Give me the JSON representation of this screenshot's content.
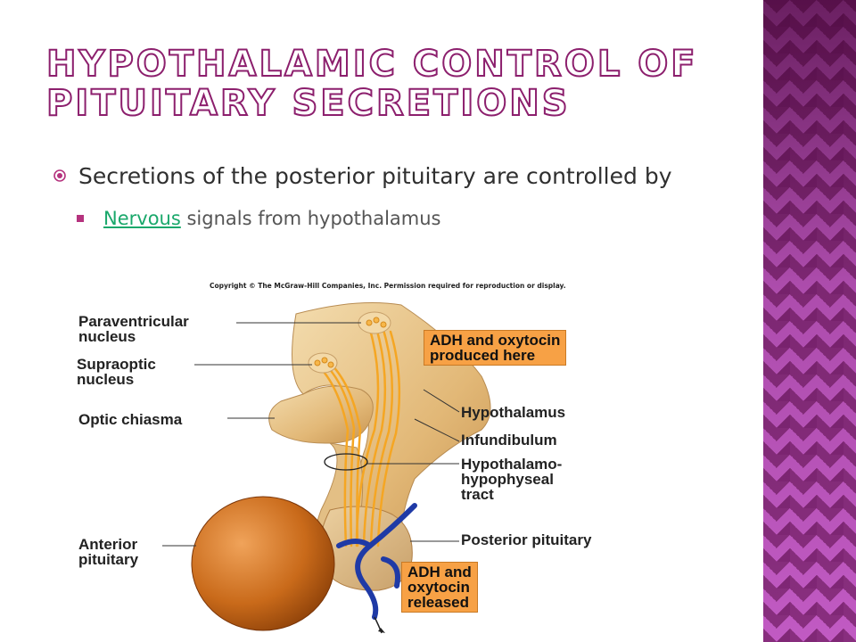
{
  "title": "Hypothalamic Control of Pituitary Secretions",
  "bullets": {
    "level1": "Secretions of the posterior pituitary are controlled by",
    "level2_link": "Nervous",
    "level2_rest": " signals from hypothalamus"
  },
  "figure": {
    "copyright": "Copyright © The McGraw-Hill Companies, Inc. Permission required for reproduction or display.",
    "labels": {
      "paraventricular_1": "Paraventricular",
      "paraventricular_2": "nucleus",
      "supraoptic_1": "Supraoptic",
      "supraoptic_2": "nucleus",
      "optic_chiasma": "Optic chiasma",
      "anterior_1": "Anterior",
      "anterior_2": "pituitary",
      "hypothalamus": "Hypothalamus",
      "infundibulum": "Infundibulum",
      "tract_1": "Hypothalamo-",
      "tract_2": "hypophyseal",
      "tract_3": "tract",
      "posterior": "Posterior pituitary"
    },
    "callouts": {
      "produced_1": "ADH and oxytocin",
      "produced_2": "produced here",
      "released_1": "ADH and",
      "released_2": "oxytocin",
      "released_3": "released"
    }
  },
  "colors": {
    "title_outline": "#8c1f6d",
    "bullet_marker": "#b5337e",
    "link": "#1aa86b",
    "side_panel": "#b04cb2",
    "callout_fill": "#f7a145",
    "anterior_pituitary": "#c96a1a",
    "tissue": "#e8c58a",
    "nerve_fibers": "#f5a623",
    "vessel": "#1f3aa6"
  }
}
